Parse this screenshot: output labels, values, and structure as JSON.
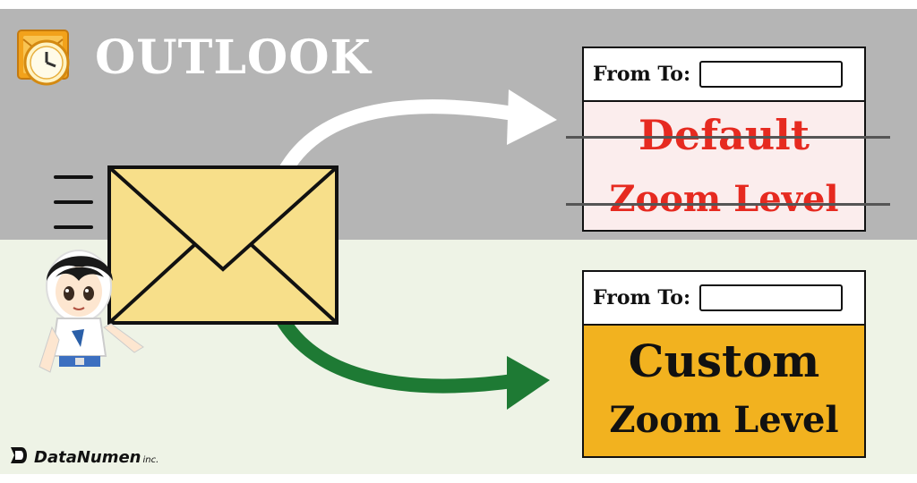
{
  "brand": {
    "title": "OUTLOOK",
    "icon": "outlook-clock-envelope-icon"
  },
  "colors": {
    "top_band": "#b5b5b5",
    "bottom_band": "#eef3e6",
    "envelope": "#f7df8a",
    "default_text": "#e62a20",
    "custom_fill": "#f2b21f",
    "arrow_default": "#ffffff",
    "arrow_custom": "#1e7a34"
  },
  "default_card": {
    "from_label": "From To:",
    "line1": "Default",
    "line2": "Zoom Level"
  },
  "custom_card": {
    "from_label": "From To:",
    "line1": "Custom",
    "line2": "Zoom Level"
  },
  "footer": {
    "brand": "DataNumen",
    "suffix": "inc."
  }
}
